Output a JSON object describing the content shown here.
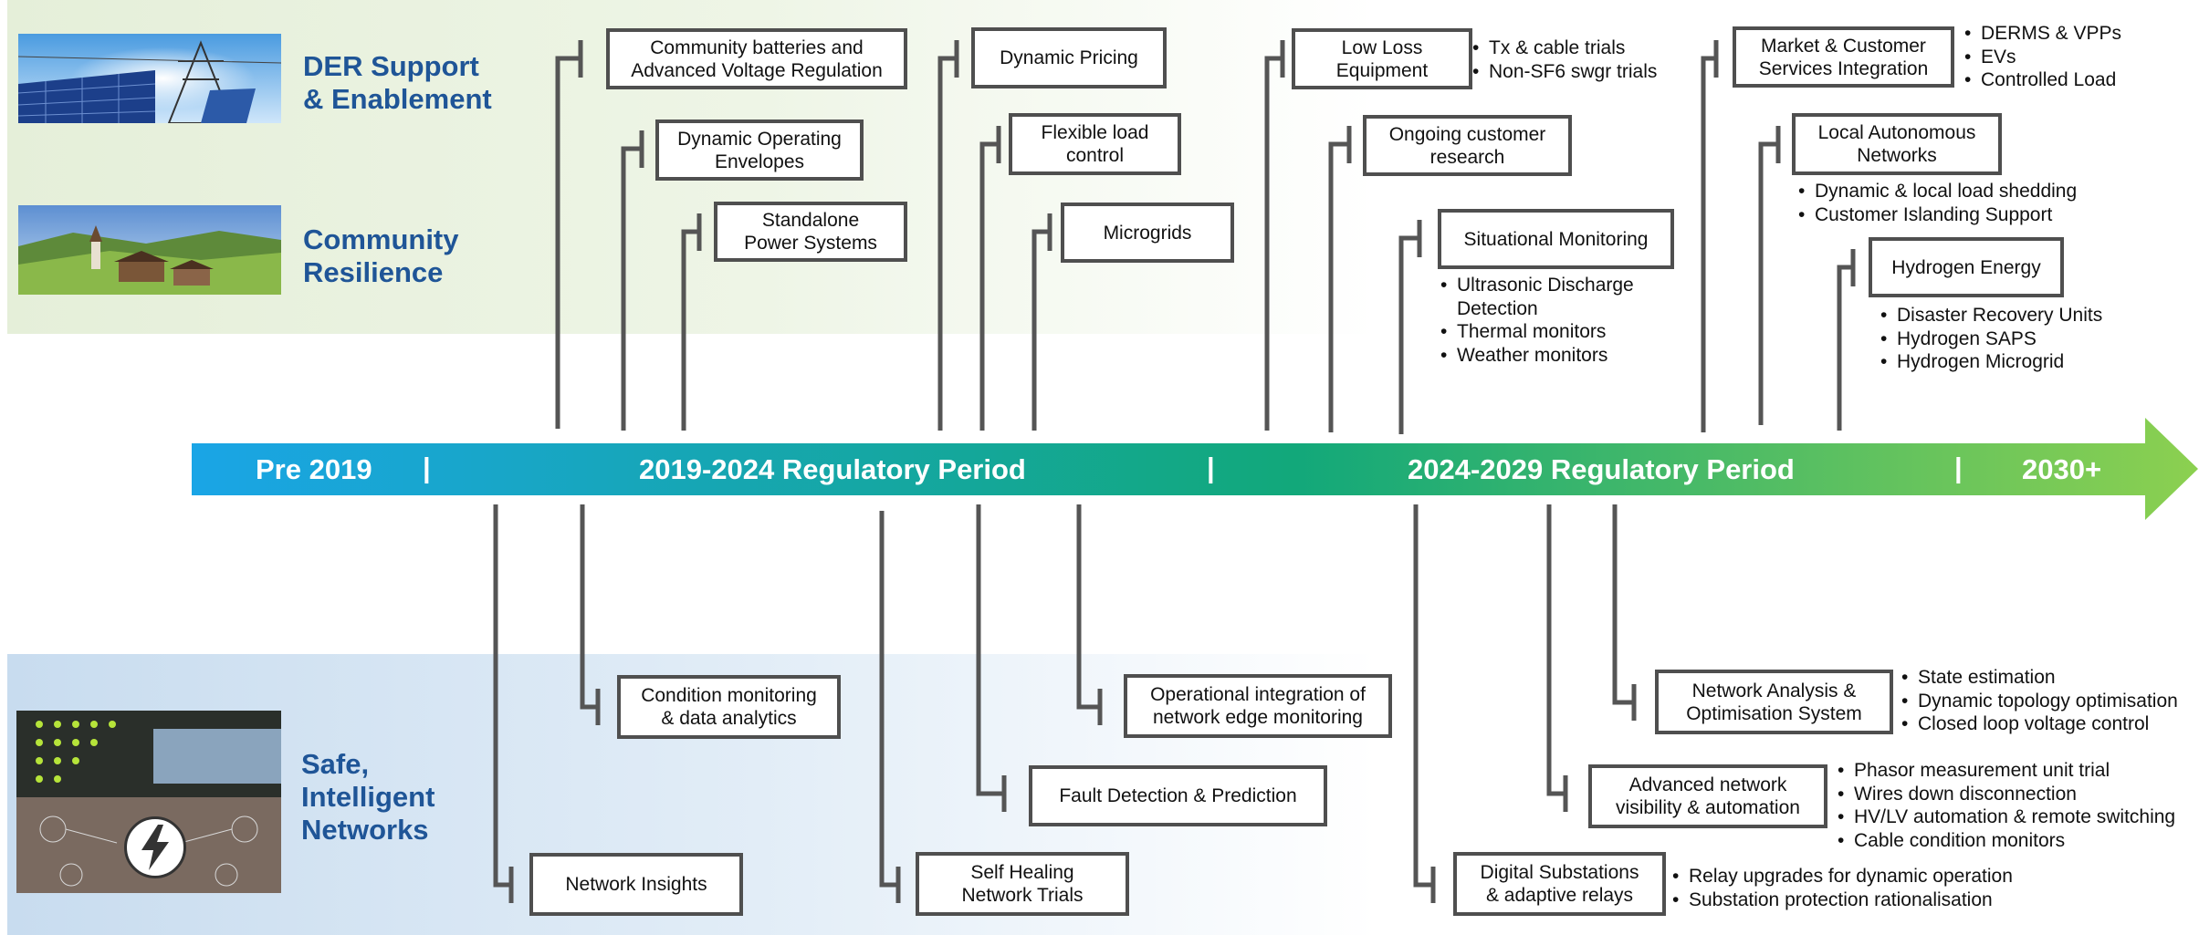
{
  "categories": {
    "der": "DER Support\n& Enablement",
    "community": "Community\nResilience",
    "safe": "Safe,\nIntelligent\nNetworks"
  },
  "timeline": {
    "pre": "Pre 2019",
    "period1": "2019-2024 Regulatory Period",
    "period2": "2024-2029 Regulatory Period",
    "post": "2030+",
    "separator": "|"
  },
  "initiatives_top": {
    "community_batteries": "Community batteries and\nAdvanced Voltage Regulation",
    "doe": "Dynamic Operating\nEnvelopes",
    "saps": "Standalone\nPower Systems",
    "dynamic_pricing": "Dynamic Pricing",
    "flexible_load": "Flexible load\ncontrol",
    "microgrids": "Microgrids",
    "low_loss": "Low Loss\nEquipment",
    "customer_research": "Ongoing customer\nresearch",
    "situational": "Situational Monitoring",
    "market": "Market & Customer\nServices Integration",
    "lan": "Local Autonomous\nNetworks",
    "hydrogen": "Hydrogen Energy"
  },
  "bullets_top": {
    "low_loss": [
      "Tx & cable trials",
      "Non-SF6 swgr trials"
    ],
    "situational": [
      "Ultrasonic Discharge\nDetection",
      "Thermal monitors",
      "Weather monitors"
    ],
    "market": [
      "DERMS & VPPs",
      "EVs",
      "Controlled Load"
    ],
    "lan": [
      "Dynamic & local load shedding",
      "Customer Islanding Support"
    ],
    "hydrogen": [
      "Disaster Recovery Units",
      "Hydrogen SAPS",
      "Hydrogen Microgrid"
    ]
  },
  "initiatives_bottom": {
    "network_insights": "Network Insights",
    "condition_monitoring": "Condition monitoring\n& data analytics",
    "self_healing": "Self Healing\nNetwork Trials",
    "fault_detection": "Fault Detection & Prediction",
    "operational_integration": "Operational integration of\nnetwork edge monitoring",
    "digital_substations": "Digital Substations\n& adaptive relays",
    "advanced_visibility": "Advanced network\nvisibility & automation",
    "network_analysis": "Network Analysis &\nOptimisation System"
  },
  "bullets_bottom": {
    "network_analysis": [
      "State estimation",
      "Dynamic topology optimisation",
      "Closed loop voltage control"
    ],
    "advanced_visibility": [
      "Phasor measurement unit trial",
      "Wires down disconnection",
      "HV/LV automation & remote switching",
      "Cable condition monitors"
    ],
    "digital_substations": [
      "Relay upgrades for dynamic operation",
      "Substation protection rationalisation"
    ]
  },
  "colors": {
    "timeline_start": "#1aa5e6",
    "timeline_mid": "#12a87a",
    "timeline_end": "#8cd050",
    "category_text": "#1f5597",
    "connector": "#555555",
    "box_border": "#4f4f4f"
  },
  "icons": {
    "der_photo": "solar-panels-and-pylon-photo",
    "community_photo": "alpine-village-photo",
    "safe_photo": "network-server-and-lightning-photo",
    "lightning": "lightning-bolt-icon"
  }
}
